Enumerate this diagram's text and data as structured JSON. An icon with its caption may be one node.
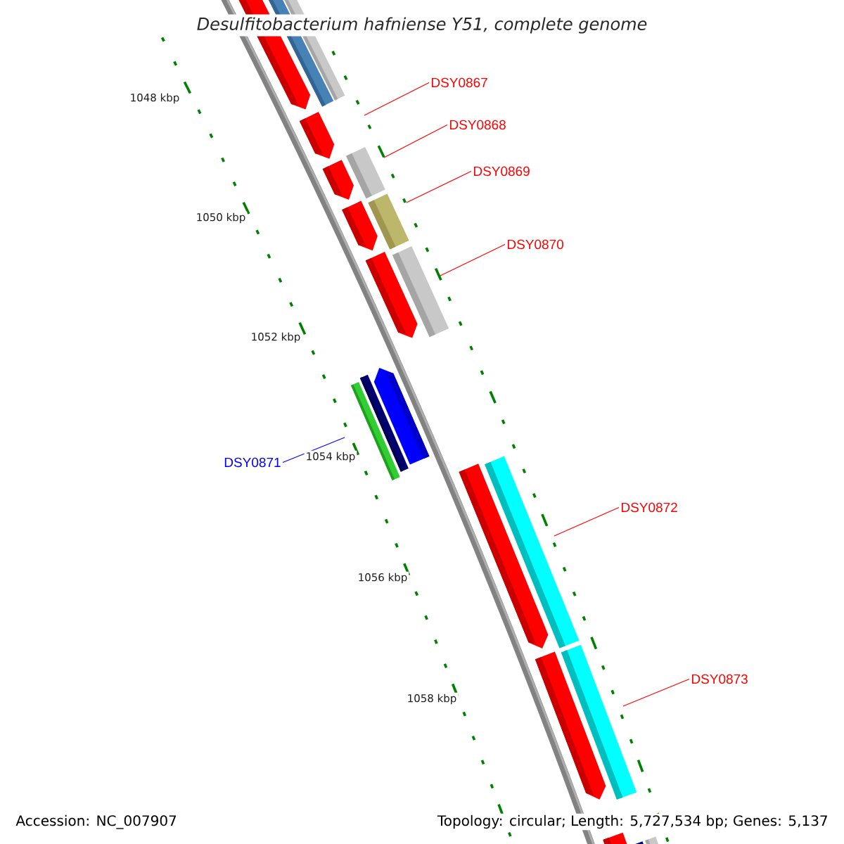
{
  "diagram": {
    "title": "Desulfitobacterium hafniense Y51, complete genome",
    "nodes": [
      {
        "text": [
          "DSY0867"
        ]
      },
      {
        "text": [
          "DSY0868"
        ]
      },
      {
        "text": [
          "DSY0869"
        ]
      },
      {
        "text": [
          "DSY0870"
        ]
      },
      {
        "text": [
          "DSY0871"
        ]
      },
      {
        "text": [
          "DSY0872"
        ]
      },
      {
        "text": [
          "DSY0873"
        ]
      }
    ],
    "edges": [
      {
        "from": 0,
        "to": null,
        "arrow": "none"
      },
      {
        "from": 1,
        "to": null,
        "arrow": "none"
      },
      {
        "from": 2,
        "to": null,
        "arrow": "none"
      },
      {
        "from": 3,
        "to": null,
        "arrow": "none"
      },
      {
        "from": 4,
        "to": null,
        "arrow": "none",
        "color": "#0000ff"
      },
      {
        "from": 5,
        "to": null,
        "arrow": "none"
      },
      {
        "from": 6,
        "to": null,
        "arrow": "none"
      }
    ],
    "labels": [
      "1048 kbp",
      "1050 kbp",
      "1052 kbp",
      "1054 kbp",
      "1056 kbp",
      "1058 kbp",
      "Accession: NC_007907",
      "Topology: circular; Length: 5,727,534 bp; Genes: 5,137"
    ]
  }
}
